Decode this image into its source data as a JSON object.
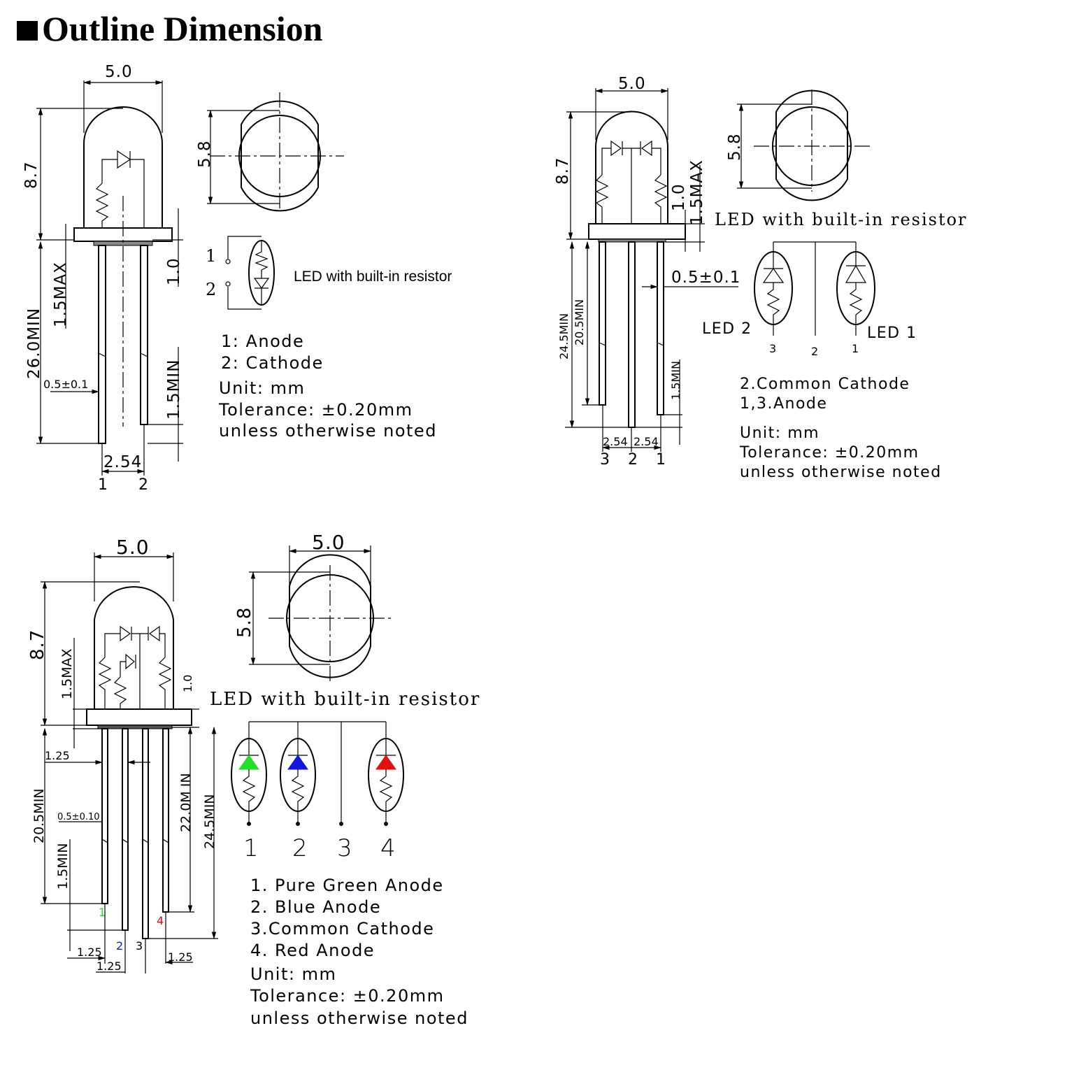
{
  "title": "Outline Dimension",
  "colors": {
    "green": "#22e022",
    "blue": "#1515e0",
    "red": "#e01010",
    "ink": "#000000"
  },
  "icons": [
    "diode-symbol",
    "resistor-symbol",
    "title-square-icon"
  ],
  "panel1": {
    "dim_width": "5.0",
    "dim_height": "8.7",
    "dim_1_5max": "1.5MAX",
    "dim_26min": "26.0MIN",
    "dim_0_5": "0.5±0.1",
    "dim_1_0": "1.0",
    "dim_1_5min": "1.5MIN",
    "dim_pitch": "2.54",
    "pin1": "1",
    "pin2": "2",
    "top_dim": "5.8",
    "schem_pin1": "1",
    "schem_pin2": "2",
    "schem_label": "LED with built-in resistor",
    "notes": [
      "1: Anode",
      "2: Cathode",
      "Unit: mm",
      "Tolerance: ±0.20mm",
      "unless  otherwise  noted"
    ]
  },
  "panel2": {
    "dim_width": "5.0",
    "dim_height": "8.7",
    "dim_1_0": "1.0",
    "dim_1_5max": "1.5MAX",
    "dim_0_5": "0.5±0.1",
    "dim_24_5min": "24.5MIN",
    "dim_20_5min": "20.5MIN",
    "dim_1_5min": "1.5MIN",
    "pitch_a": "2.54",
    "pitch_b": "2.54",
    "pins": [
      "3",
      "2",
      "1"
    ],
    "top_dim": "5.8",
    "schem_label": "LED with built-in resistor",
    "led2": "LED  2",
    "led1": "LED  1",
    "schem_pins": [
      "3",
      "2",
      "1"
    ],
    "notes": [
      "2.Common  Cathode",
      "1,3.Anode",
      "Unit: mm",
      "Tolerance: ±0.20mm",
      "unless  otherwise  noted"
    ]
  },
  "panel3": {
    "dim_width": "5.0",
    "dim_height": "8.7",
    "dim_1_5max": "1.5MAX",
    "dim_1_0": "1.0",
    "dim_1_25_top": "1.25",
    "dim_20_5min": "20.5MIN",
    "dim_0_5": "0.5±0.10",
    "dim_1_5min": "1.5MIN",
    "dim_22min": "22.0M IN",
    "dim_24_5min": "24.5MIN",
    "pin1": "1",
    "pin2": "2",
    "pin3": "3",
    "pin4": "4",
    "dim_1_25_a": "1.25",
    "dim_1_25_b": "1.25",
    "dim_1_25_c": "1.25",
    "top_width": "5.0",
    "top_dim": "5.8",
    "schem_label": "LED with built-in resistor",
    "schem_pins": [
      "1",
      "2",
      "3",
      "4"
    ],
    "notes": [
      "1.  Pure  Green  Anode",
      "2.  Blue  Anode",
      "3.Common  Cathode",
      "4.  Red  Anode",
      "Unit: mm",
      "Tolerance: ±0.20mm",
      "unless  otherwise  noted"
    ]
  }
}
